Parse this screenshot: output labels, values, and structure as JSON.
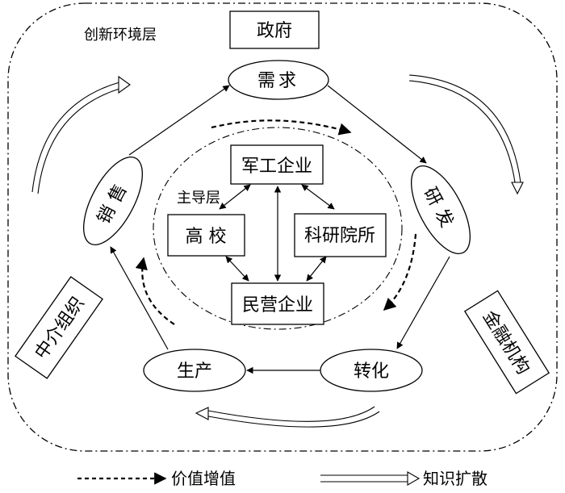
{
  "outer_label": "创新环境层",
  "inner_label": "主导层",
  "top_box": "政府",
  "left_box": "中介组织",
  "right_box": "金融机构",
  "cycle": {
    "demand": "需求",
    "rnd": "研发",
    "transform": "转化",
    "production": "生产",
    "sales": "销售"
  },
  "core": {
    "military": "军工企业",
    "university": "高 校",
    "institute": "科研院所",
    "private": "民营企业"
  },
  "legend": {
    "value_added": "价值增值",
    "knowledge_spread": "知识扩散"
  },
  "colors": {
    "stroke": "#000000",
    "background": "#ffffff"
  }
}
